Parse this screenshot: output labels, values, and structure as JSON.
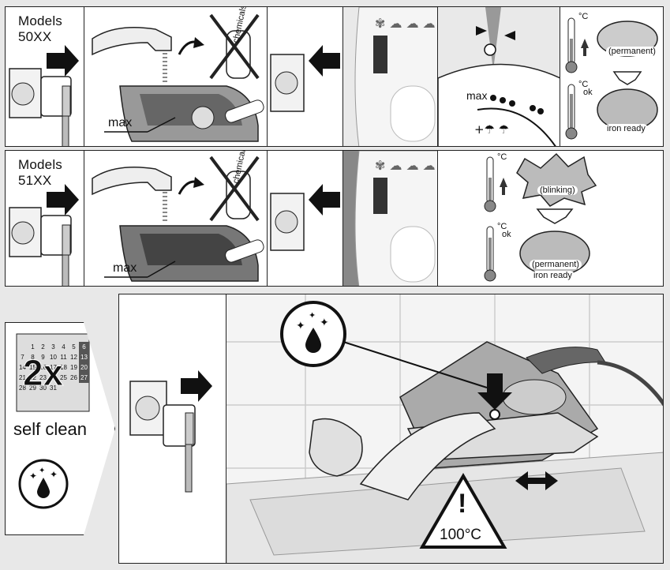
{
  "row1": {
    "title": "Models 50XX",
    "max_label": "max",
    "chemicals_label": "chemicals",
    "dial_max": "max",
    "temp_unit": "°C",
    "temp_ok": "ok",
    "state_top": "(permanent)",
    "state_bottom": "iron ready"
  },
  "row2": {
    "title": "Models 51XX",
    "max_label": "max",
    "chemicals_label": "chemicals",
    "temp_unit": "°C",
    "temp_ok": "ok",
    "state_top": "(blinking)",
    "state_bottom_1": "(permanent)",
    "state_bottom_2": "iron ready"
  },
  "selfclean": {
    "times": "2x",
    "label": "self clean",
    "calendar": [
      "1",
      "2",
      "3",
      "4",
      "5",
      "6",
      "7",
      "8",
      "9",
      "10",
      "11",
      "12",
      "13",
      "14",
      "15",
      "16",
      "17",
      "18",
      "19",
      "20",
      "21",
      "22",
      "23",
      "24",
      "25",
      "26",
      "27",
      "28",
      "29",
      "30",
      "31"
    ]
  },
  "warning": {
    "temperature": "100°C",
    "symbol": "!"
  },
  "colors": {
    "ink": "#111111",
    "gray": "#8a8a8a",
    "light": "#d8d8d8",
    "panel_bg": "#e9e9e9"
  }
}
